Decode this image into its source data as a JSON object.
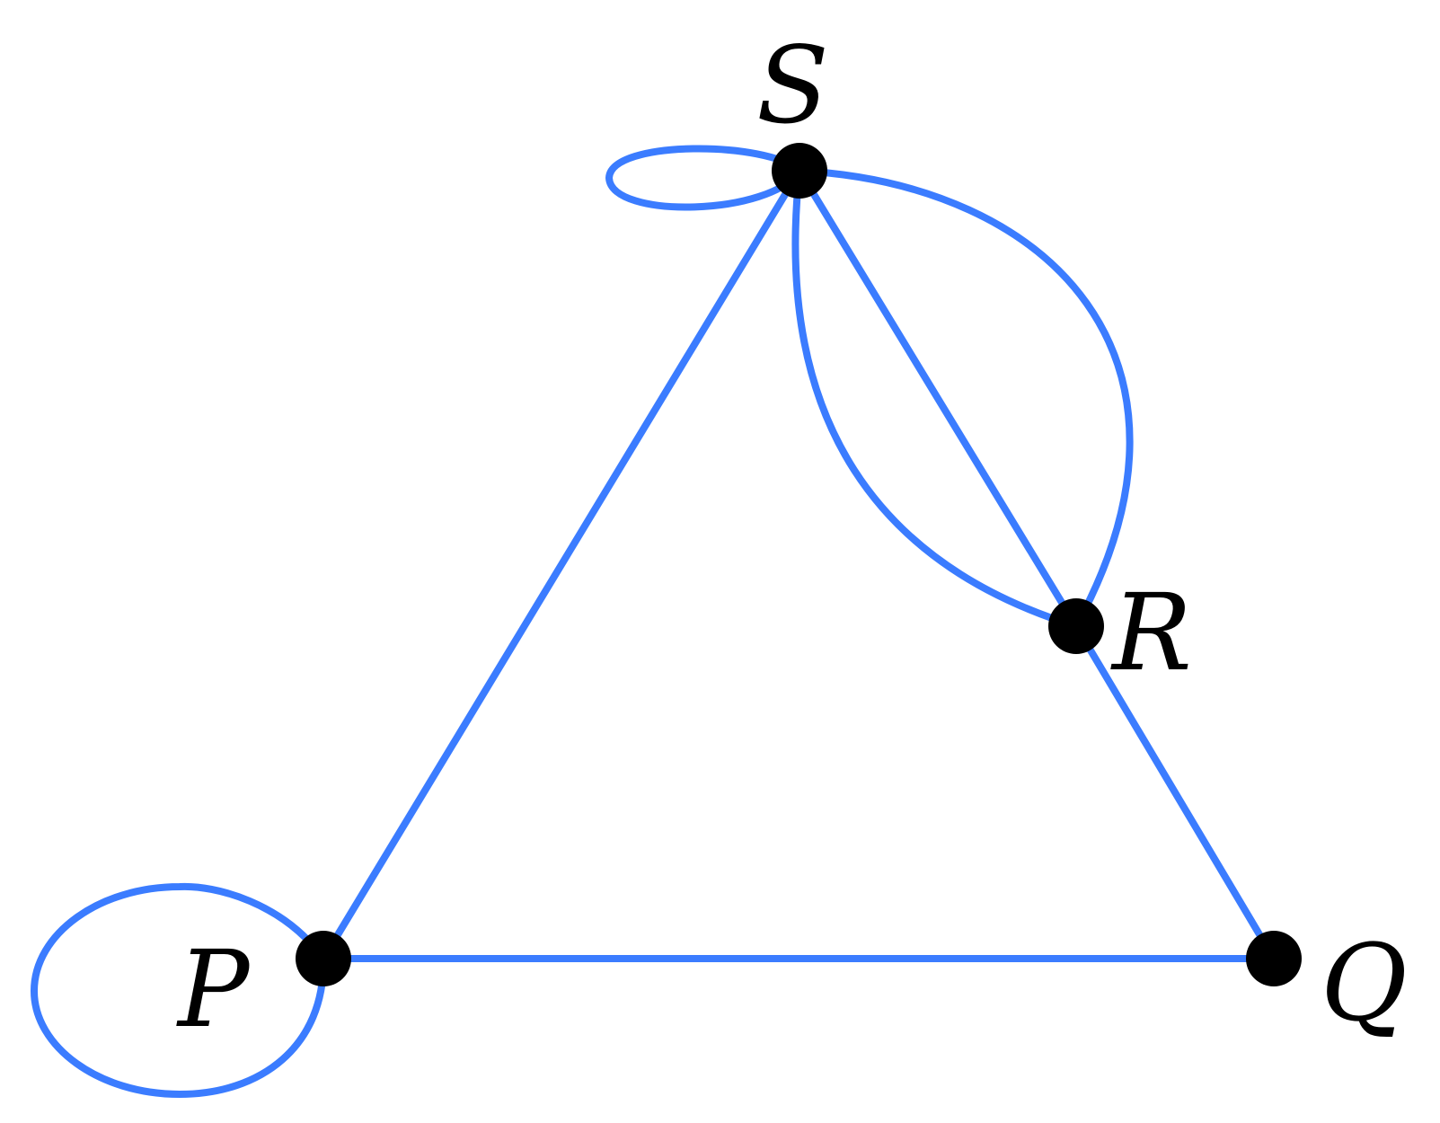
{
  "graph": {
    "edge_color": "#3b7cff",
    "node_color": "#000000",
    "vertices": [
      {
        "id": "S",
        "label": "S"
      },
      {
        "id": "R",
        "label": "R"
      },
      {
        "id": "P",
        "label": "P"
      },
      {
        "id": "Q",
        "label": "Q"
      }
    ],
    "edges": [
      {
        "id": "e1",
        "from": "S",
        "to": "P"
      },
      {
        "id": "e2",
        "from": "P",
        "to": "Q"
      },
      {
        "id": "e3",
        "from": "Q",
        "to": "R"
      },
      {
        "id": "e4",
        "from": "S",
        "to": "R"
      },
      {
        "id": "e5",
        "from": "S",
        "to": "R"
      },
      {
        "id": "e6",
        "from": "S",
        "to": "R"
      },
      {
        "id": "e7",
        "from": "S",
        "to": "S"
      },
      {
        "id": "e8",
        "from": "P",
        "to": "P"
      }
    ]
  }
}
